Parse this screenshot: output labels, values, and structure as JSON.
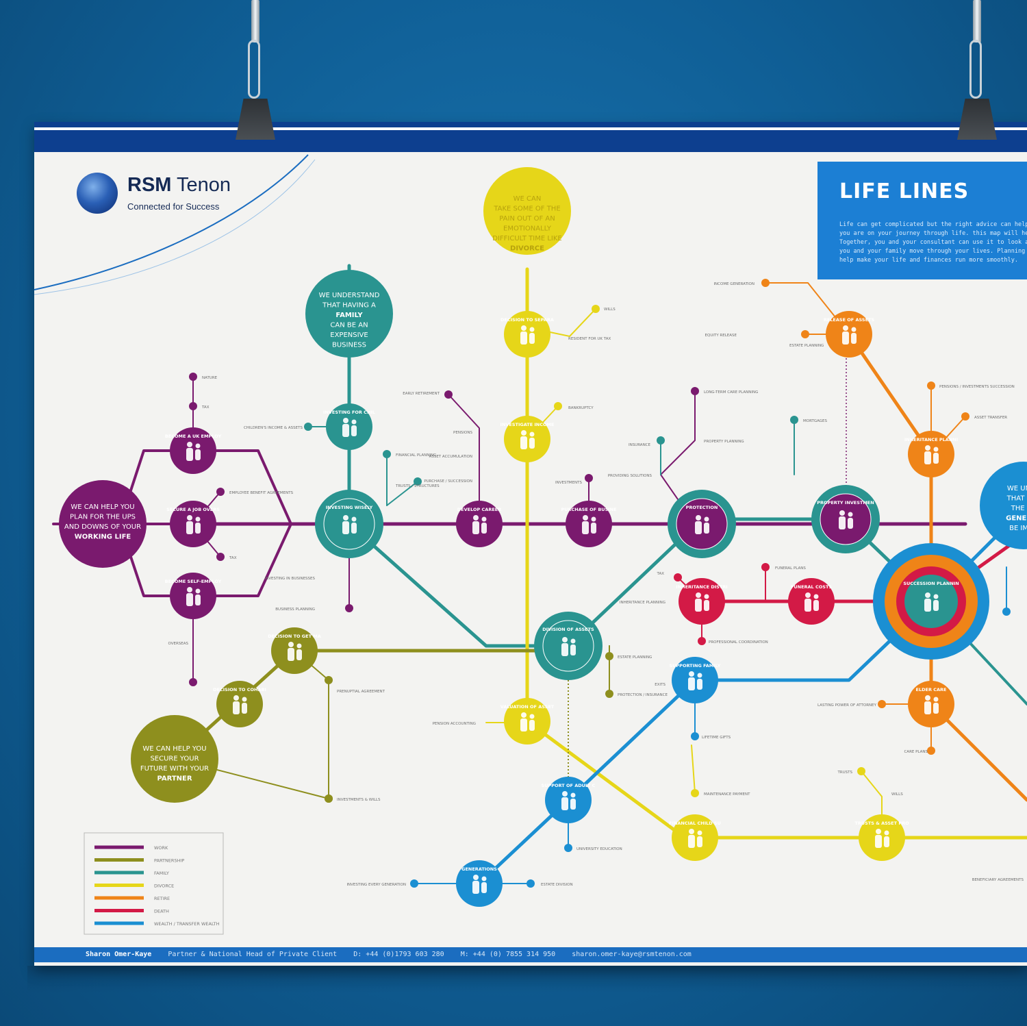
{
  "brand": {
    "name_bold": "RSM",
    "name_light": " Tenon",
    "tagline": "Connected for Success"
  },
  "header": {
    "title": "LIFE LINES",
    "intro_lines": [
      "Life can get complicated but the right advice can help make i",
      "you are on your journey through life. this map will help you p",
      "Together, you and your consultant can use it to look at the w",
      "you and your family move through your lives. Planning ahead",
      "help make your life and finances run more smoothly."
    ]
  },
  "colors": {
    "work": "#7a1a6e",
    "partnership": "#8e8f1e",
    "family": "#2a9490",
    "divorce": "#e6d619",
    "retire": "#ef8418",
    "death": "#d31a46",
    "wealth": "#1b8fd2"
  },
  "hubs": [
    {
      "id": "work",
      "lines": [
        "WE CAN HELP YOU",
        "PLAN FOR THE UPS",
        "AND DOWNS OF YOUR"
      ],
      "bold": "WORKING LIFE"
    },
    {
      "id": "family",
      "lines": [
        "WE UNDERSTAND",
        "THAT HAVING A"
      ],
      "bold_inline": "FAMILY",
      "lines_after": [
        "CAN BE AN",
        "EXPENSIVE",
        "BUSINESS"
      ]
    },
    {
      "id": "divorce",
      "lines": [
        "WE CAN",
        "TAKE SOME OF THE",
        "PAIN OUT OF AN",
        "EMOTIONALLY",
        "DIFFICULT TIME LIKE"
      ],
      "bold": "DIVORCE"
    },
    {
      "id": "partner",
      "lines": [
        "WE CAN HELP YOU",
        "SECURE YOUR",
        "FUTURE WITH YOUR"
      ],
      "bold": "PARTNER"
    },
    {
      "id": "generations",
      "lines": [
        "WE UNDE",
        "THAT SUP",
        "THE YO"
      ],
      "bold": "GENERAT",
      "lines_after": [
        "BE IMPO"
      ]
    }
  ],
  "stations": [
    "BECOME A UK EMPLOYEE",
    "SECURE A JOB OVERSEAS",
    "BECOME SELF-EMPLOYED",
    "INVESTING WISELY",
    "INVESTING FOR CHILDREN",
    "DEVELOP CAREER",
    "PURCHASE OF BUSINESS",
    "DECISION TO SEPARATE",
    "INVESTIGATE INCOME",
    "PROTECTION",
    "PROPERTY INVESTMENT",
    "RELEASE OF ASSETS",
    "INHERITANCE PLANNING",
    "SUCCESSION PLANNING",
    "FUNERAL COSTS",
    "INHERITANCE DISTRIBUTION",
    "DIVISION OF ASSETS",
    "DECISION TO GET MARRIED",
    "DECISION TO COHABIT",
    "VALUATION OF ASSETS",
    "SUPPORTING FAMILY",
    "ELDER CARE",
    "SUPPORT OF ADULT CHILDREN",
    "FINANCIAL CHILD SUPPORT",
    "TRUSTS & ASSET PROTECTION",
    "GENERATIONS"
  ],
  "annotations": [
    "NATURE",
    "TAX",
    "EMPLOYEE BENEFIT AGREEMENTS",
    "CHILDREN'S INCOME & ASSETS",
    "FINANCIAL PLANNING",
    "TRUSTS / STRUCTURES",
    "EARLY RETIREMENT",
    "PENSIONS",
    "ASSET ACCUMULATION",
    "PURCHASE / SUCCESSION",
    "INVESTMENTS",
    "INVESTING IN BUSINESSES",
    "BUSINESS PLANNING",
    "OVERSEAS",
    "TAX",
    "EXITS",
    "WILLS",
    "RESIDENT FOR UK TAX",
    "BANKRUPTCY",
    "LONG-TERM CARE PLANNING",
    "INSURANCE",
    "PROVIDING SOLUTIONS",
    "PROPERTY PLANNING",
    "MORTGAGES",
    "INCOME GENERATION",
    "EQUITY RELEASE",
    "ESTATE PLANNING",
    "PENSIONS / INVESTMENTS SUCCESSION",
    "ASSET TRANSFER",
    "FUNERAL PLANS",
    "TAX",
    "INHERITANCE PLANNING",
    "PROFESSIONAL COORDINATION",
    "PROTECTION / INSURANCE",
    "ESTATE PLANNING",
    "PENSION ACCOUNTING",
    "PRENUPTIAL AGREEMENT",
    "INVESTMENTS & WILLS",
    "LIFETIME GIFTS",
    "LASTING POWER OF ATTORNEY",
    "CARE PLANS",
    "MAINTENANCE PAYMENT",
    "TRUSTS",
    "WILLS",
    "UNIVERSITY EDUCATION",
    "INVESTING EVERY GENERATION",
    "ESTATE DIVISION",
    "BENEFICIARY AGREEMENTS"
  ],
  "legend": [
    {
      "label": "WORK",
      "color": "#7a1a6e"
    },
    {
      "label": "PARTNERSHIP",
      "color": "#8e8f1e"
    },
    {
      "label": "FAMILY",
      "color": "#2a9490"
    },
    {
      "label": "DIVORCE",
      "color": "#e6d619"
    },
    {
      "label": "RETIRE",
      "color": "#ef8418"
    },
    {
      "label": "DEATH",
      "color": "#d31a46"
    },
    {
      "label": "WEALTH / TRANSFER WEALTH",
      "color": "#1b8fd2"
    }
  ],
  "footer": {
    "name": "Sharon Omer-Kaye",
    "role": "Partner & National Head of Private Client",
    "direct": "D: +44 (0)1793 603 280",
    "mobile": "M: +44 (0) 7855 314 950",
    "email": "sharon.omer-kaye@rsmtenon.com"
  }
}
